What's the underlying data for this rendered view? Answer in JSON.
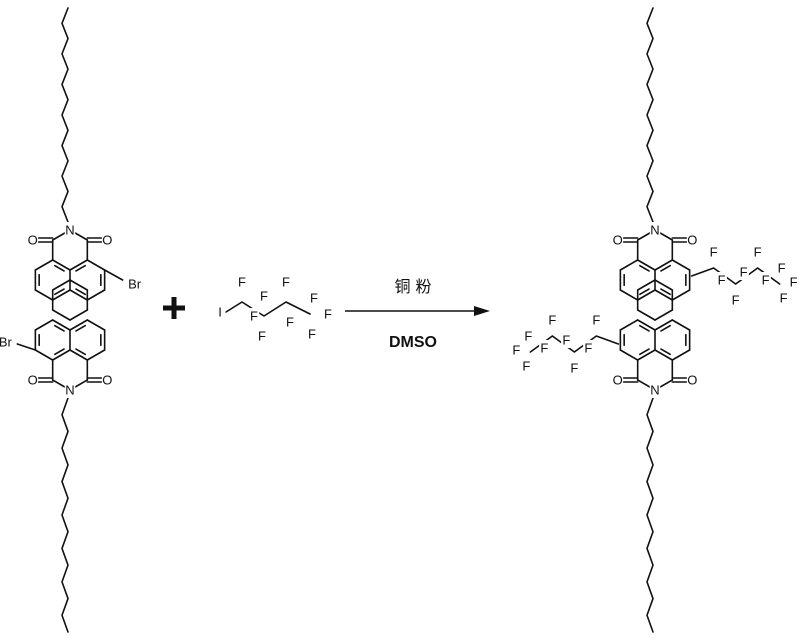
{
  "reaction": {
    "plus_sign": "+",
    "reagent_label": "铜 粉",
    "solvent_label": "DMSO"
  },
  "atoms": {
    "oxygen": "O",
    "nitrogen": "N",
    "bromine": "Br",
    "fluorine": "F",
    "iodine": "I"
  }
}
